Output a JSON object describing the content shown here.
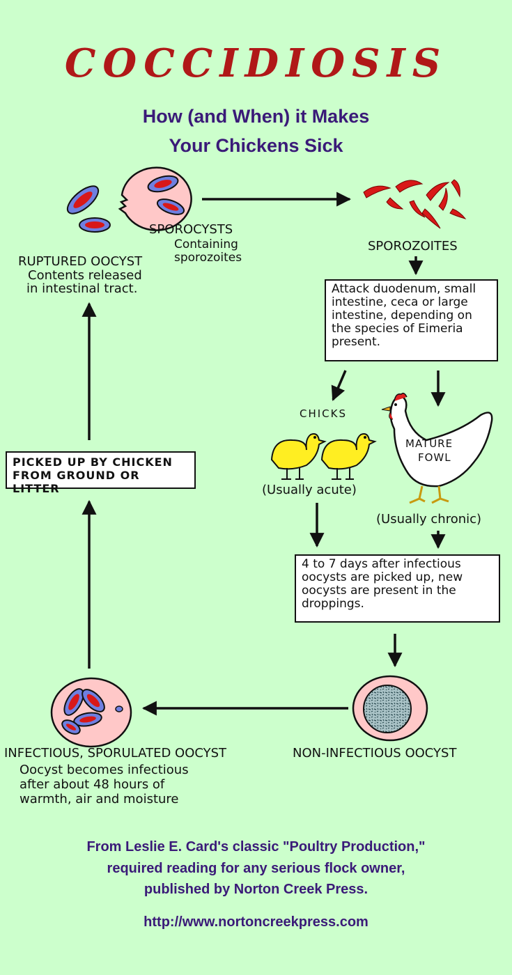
{
  "title": "COCCIDIOSIS",
  "subtitle_line1": "How (and When) it Makes",
  "subtitle_line2": "Your Chickens Sick",
  "ruptured_oocyst": {
    "title": "RUPTURED OOCYST",
    "line1": "Contents released",
    "line2": "in intestinal tract."
  },
  "sporocysts": {
    "title": "SPOROCYSTS",
    "line1": "Containing",
    "line2": "sporozoites"
  },
  "sporozoites": {
    "title": "SPOROZOITES"
  },
  "attack_box": {
    "lines": [
      "Attack duodenum, small",
      "intestine, ceca or large",
      "intestine, depending on",
      "the species of Eimeria",
      "present."
    ]
  },
  "chicks": {
    "title": "CHICKS",
    "note": "(Usually acute)"
  },
  "mature_fowl": {
    "line1": "MATURE",
    "line2": "FOWL",
    "note": "(Usually chronic)"
  },
  "days_box": {
    "lines": [
      "4 to 7 days after infectious",
      "oocysts are picked up, new",
      "oocysts are present in the",
      "droppings."
    ]
  },
  "picked_up_box": {
    "lines": [
      "PICKED UP BY CHICKEN",
      "FROM GROUND OR LITTER"
    ]
  },
  "non_infectious": {
    "title": "NON-INFECTIOUS OOCYST"
  },
  "infectious": {
    "title": "INFECTIOUS, SPORULATED OOCYST",
    "line1": "Oocyst becomes infectious",
    "line2": "after about 48 hours of",
    "line3": "warmth, air and moisture"
  },
  "footer": {
    "line1": "From Leslie E. Card's classic \"Poultry Production,\"",
    "line2": "required reading for any serious flock owner,",
    "line3": "published by Norton Creek Press.",
    "url": "http://www.nortoncreekpress.com"
  },
  "colors": {
    "background": "#ccffcc",
    "title_red": "#b01818",
    "text_purple": "#3a1a78",
    "oocyst_pink": "#ffc8c8",
    "sporocyst_blue": "#6f7fe0",
    "sporozoite_red": "#d81818",
    "chick_yellow": "#ffee22"
  }
}
